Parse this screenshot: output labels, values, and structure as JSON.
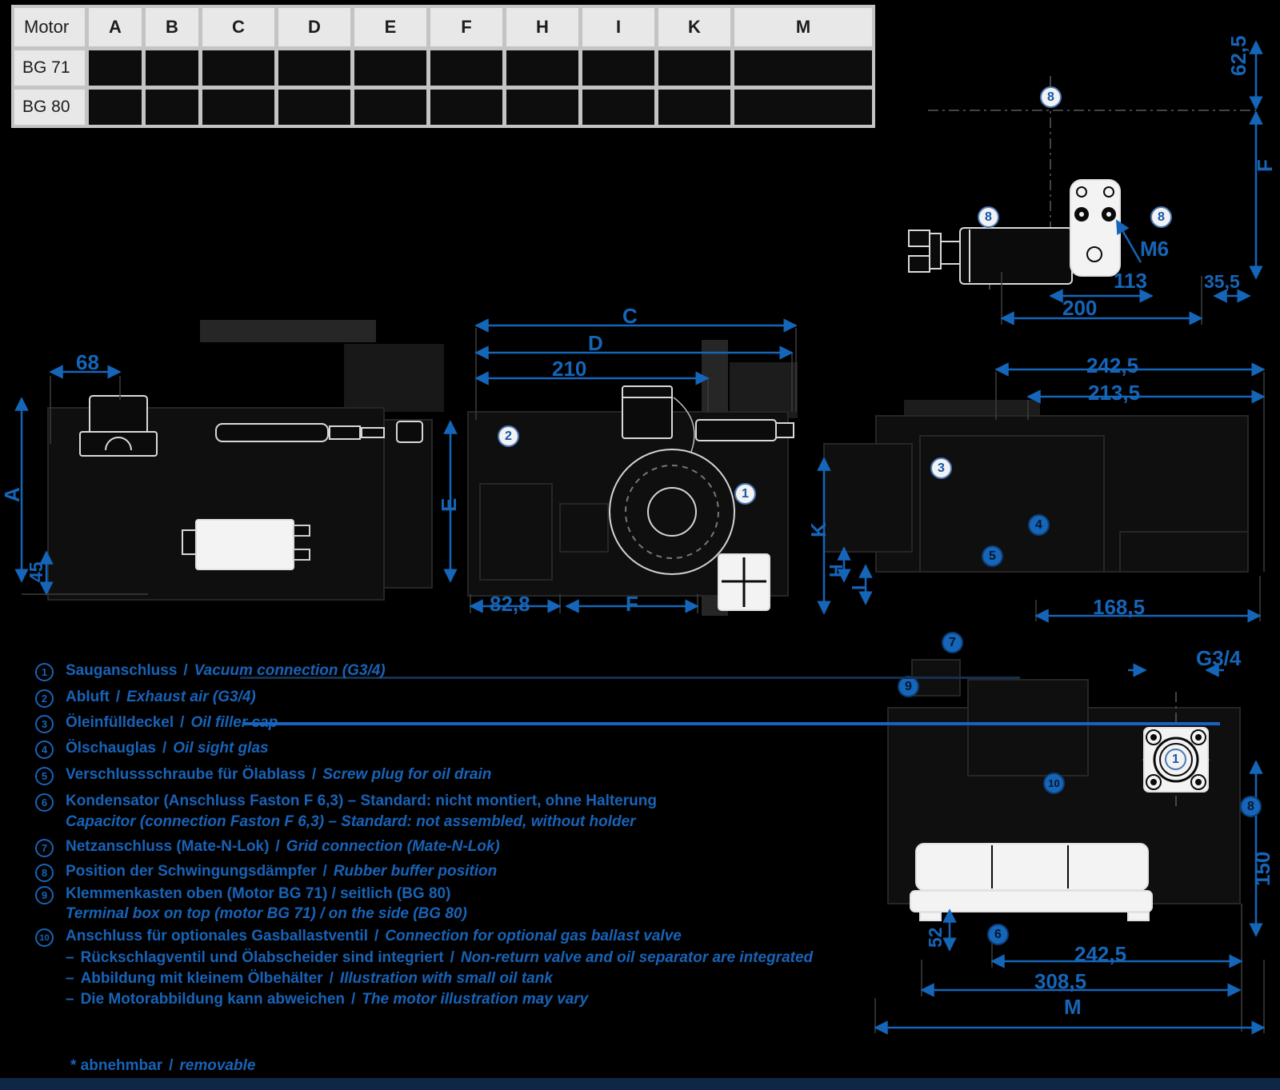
{
  "table": {
    "col_headers": [
      "Motor",
      "A",
      "B",
      "C",
      "D",
      "E",
      "F",
      "H",
      "I",
      "K",
      "M"
    ],
    "rows": [
      {
        "label": "BG 71",
        "values": [
          "",
          "",
          "",
          "",
          "",
          "",
          "",
          "",
          "",
          ""
        ]
      },
      {
        "label": "BG 80",
        "values": [
          "",
          "",
          "",
          "",
          "",
          "",
          "",
          "",
          "",
          ""
        ]
      }
    ]
  },
  "drawings": {
    "top_right": {
      "dims": {
        "h62_5": "62,5",
        "f": "F",
        "m6": "M6",
        "n113": "113",
        "n35_5": "35,5",
        "n200": "200"
      },
      "badge_8": "8"
    },
    "left": {
      "dims": {
        "n68": "68",
        "a": "A",
        "n45": "45"
      }
    },
    "middle": {
      "dims": {
        "c": "C",
        "d": "D",
        "n210": "210",
        "e": "E",
        "n82_8": "82,8",
        "f": "F"
      },
      "badges": {
        "b2": "2",
        "b1": "1"
      }
    },
    "right_middle": {
      "dims": {
        "n242_5": "242,5",
        "n213_5": "213,5",
        "k": "K",
        "h": "H",
        "i": "I",
        "n168_5": "168,5"
      },
      "badges": {
        "b3": "3",
        "b4": "4",
        "b5": "5"
      }
    },
    "bottom_right": {
      "dims": {
        "g34": "G3/4",
        "n150": "150",
        "n52": "52",
        "n242_5": "242,5",
        "n308_5": "308,5",
        "m": "M"
      },
      "badges": {
        "b7": "7",
        "b9": "9",
        "b10": "10",
        "b1": "1",
        "b8": "8",
        "b6": "6"
      }
    }
  },
  "legend": {
    "sep": "/",
    "bullet": "–",
    "items": [
      {
        "num": "1",
        "de": "Sauganschluss",
        "en": "Vacuum connection (G3/4)"
      },
      {
        "num": "2",
        "de": "Abluft",
        "en": "Exhaust air (G3/4)"
      },
      {
        "num": "3",
        "de": "Öleinfülldeckel",
        "en": "Oil filler cap"
      },
      {
        "num": "4",
        "de": "Ölschauglas",
        "en": "Oil sight glas"
      },
      {
        "num": "5",
        "de": "Verschlussschraube für Ölablass",
        "en": "Screw plug for oil drain"
      },
      {
        "num": "6",
        "de": "Kondensator (Anschluss Faston F 6,3) – Standard: nicht montiert, ohne Halterung",
        "en": "Capacitor (connection Faston F 6,3) – Standard: not assembled, without holder"
      },
      {
        "num": "7",
        "de": "Netzanschluss (Mate-N-Lok)",
        "en": "Grid connection (Mate-N-Lok)"
      },
      {
        "num": "8",
        "de": "Position der Schwingungsdämpfer",
        "en": "Rubber buffer position"
      },
      {
        "num": "9",
        "de": "Klemmenkasten oben (Motor BG 71) / seitlich (BG 80)",
        "en": "Terminal box on top (motor BG 71) / on the side (BG 80)"
      },
      {
        "num": "10",
        "de": "Anschluss für optionales Gasballastventil",
        "en": "Connection for optional gas ballast valve"
      }
    ],
    "sub_items": [
      {
        "de": "Rückschlagventil und Ölabscheider sind integriert",
        "en": "Non-return valve and oil separator are integrated"
      },
      {
        "de": "Abbildung mit kleinem Ölbehälter",
        "en": "Illustration with small oil tank"
      },
      {
        "de": "Die Motorabbildung kann abweichen",
        "en": "The motor illustration may vary"
      }
    ],
    "footnote": {
      "de": "* abnehmbar",
      "en": "removable"
    }
  },
  "colors": {
    "dim_blue": "#1565b8",
    "legend_blue": "#1863b8",
    "leader_navy": "#16304f",
    "leader_blue": "#1565c0",
    "bottom_bar": "#0f2747",
    "table_grid": "#c4c4c4",
    "table_header_bg": "#e8e8e8"
  }
}
